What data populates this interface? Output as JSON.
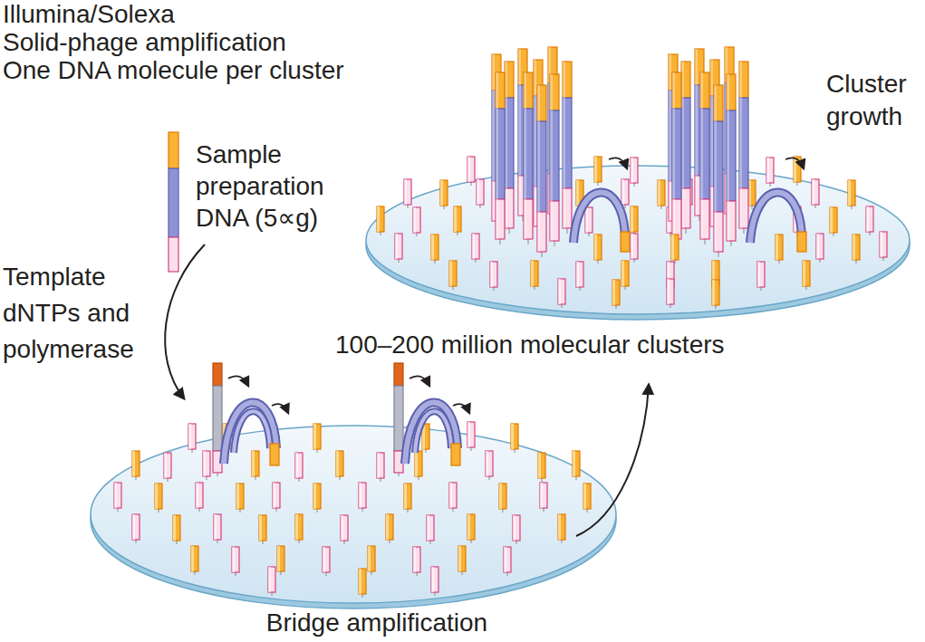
{
  "diagram": {
    "title": "Illumina/Solexa",
    "labels": [
      "Solid-phage amplification",
      "One DNA molecule per cluster",
      "Sample preparation DNA (5∝g)",
      "Cluster growth",
      "Template dNTPs and polymerase",
      "100–200 million molecular clusters",
      "Bridge amplification"
    ]
  }
}
